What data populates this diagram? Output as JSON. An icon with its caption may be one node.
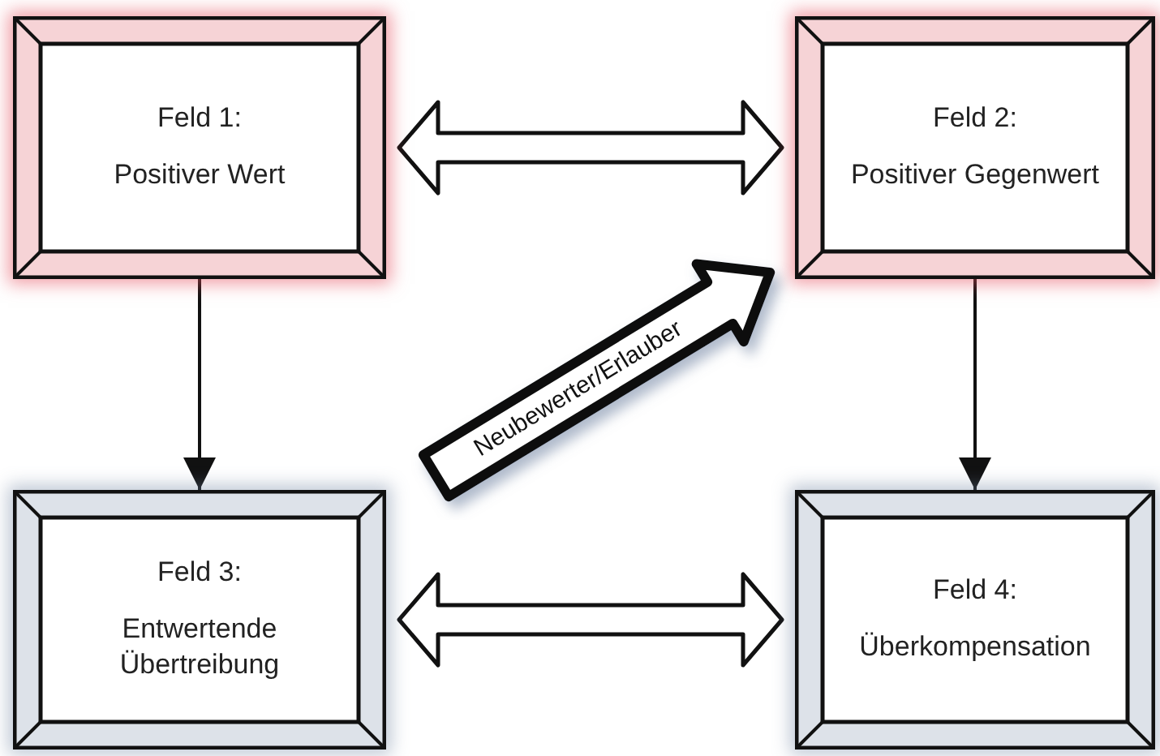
{
  "diagram": {
    "nodes": [
      {
        "text": [
          "Feld 1:",
          "Positiver Wert"
        ]
      },
      {
        "text": [
          "Feld 2:",
          "Positiver Gegenwert"
        ]
      },
      {
        "text": [
          "Feld 3:",
          "Entwertende Übertreibung"
        ]
      },
      {
        "text": [
          "Feld 4:",
          "Überkompensation"
        ]
      }
    ],
    "edges": [
      {
        "from": 0,
        "to": 1,
        "arrow": "both"
      },
      {
        "from": 0,
        "to": 2,
        "arrow": "to"
      },
      {
        "from": 2,
        "to": 1,
        "arrow": "to",
        "label": "Neubewerter/Erlauber",
        "style": "thick"
      },
      {
        "from": 1,
        "to": 3,
        "arrow": "to"
      },
      {
        "from": 2,
        "to": 3,
        "arrow": "both"
      }
    ]
  }
}
